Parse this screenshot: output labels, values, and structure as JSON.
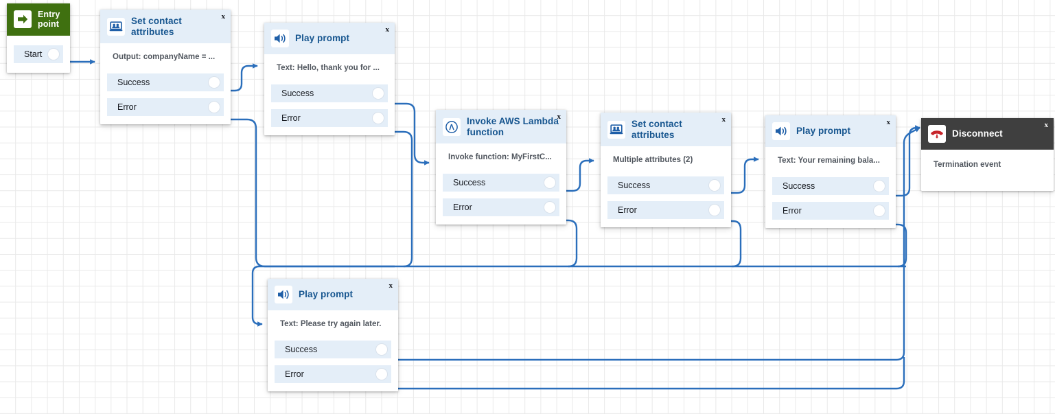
{
  "canvas": {
    "title": "Amazon Connect contact flow designer canvas",
    "grid": true,
    "wire_color": "#2a6ebb",
    "panel_header_blue": "#e4eef8",
    "entry_green": "#3f7010",
    "disconnect_dark": "#3f3f3f",
    "disconnect_icon_red": "#c7252b",
    "title_blue": "#16558f"
  },
  "nodes": {
    "entry": {
      "title": "Entry point",
      "icon": "arrow-right-icon",
      "ports": [
        {
          "label": "Start"
        }
      ]
    },
    "attrs1": {
      "title": "Set contact attributes",
      "icon": "set-contact-attributes-icon",
      "close": "x",
      "description": "Output: companyName = ...",
      "ports": [
        {
          "label": "Success"
        },
        {
          "label": "Error"
        }
      ]
    },
    "prompt1": {
      "title": "Play prompt",
      "icon": "speaker-icon",
      "close": "x",
      "description": "Text: Hello, thank you for ...",
      "ports": [
        {
          "label": "Success"
        },
        {
          "label": "Error"
        }
      ]
    },
    "lambda": {
      "title": "Invoke AWS Lambda function",
      "icon": "aws-lambda-icon",
      "close": "x",
      "description": "Invoke function: MyFirstC...",
      "ports": [
        {
          "label": "Success"
        },
        {
          "label": "Error"
        }
      ]
    },
    "attrs2": {
      "title": "Set contact attributes",
      "icon": "set-contact-attributes-icon",
      "close": "x",
      "description": "Multiple attributes (2)",
      "ports": [
        {
          "label": "Success"
        },
        {
          "label": "Error"
        }
      ]
    },
    "prompt2": {
      "title": "Play prompt",
      "icon": "speaker-icon",
      "close": "x",
      "description": "Text: Your remaining bala...",
      "ports": [
        {
          "label": "Success"
        },
        {
          "label": "Error"
        }
      ]
    },
    "disconnect": {
      "title": "Disconnect",
      "icon": "phone-hangup-icon",
      "close": "x",
      "description": "Termination event"
    },
    "prompt3": {
      "title": "Play prompt",
      "icon": "speaker-icon",
      "close": "x",
      "description": "Text: Please try again later.",
      "ports": [
        {
          "label": "Success"
        },
        {
          "label": "Error"
        }
      ]
    }
  }
}
